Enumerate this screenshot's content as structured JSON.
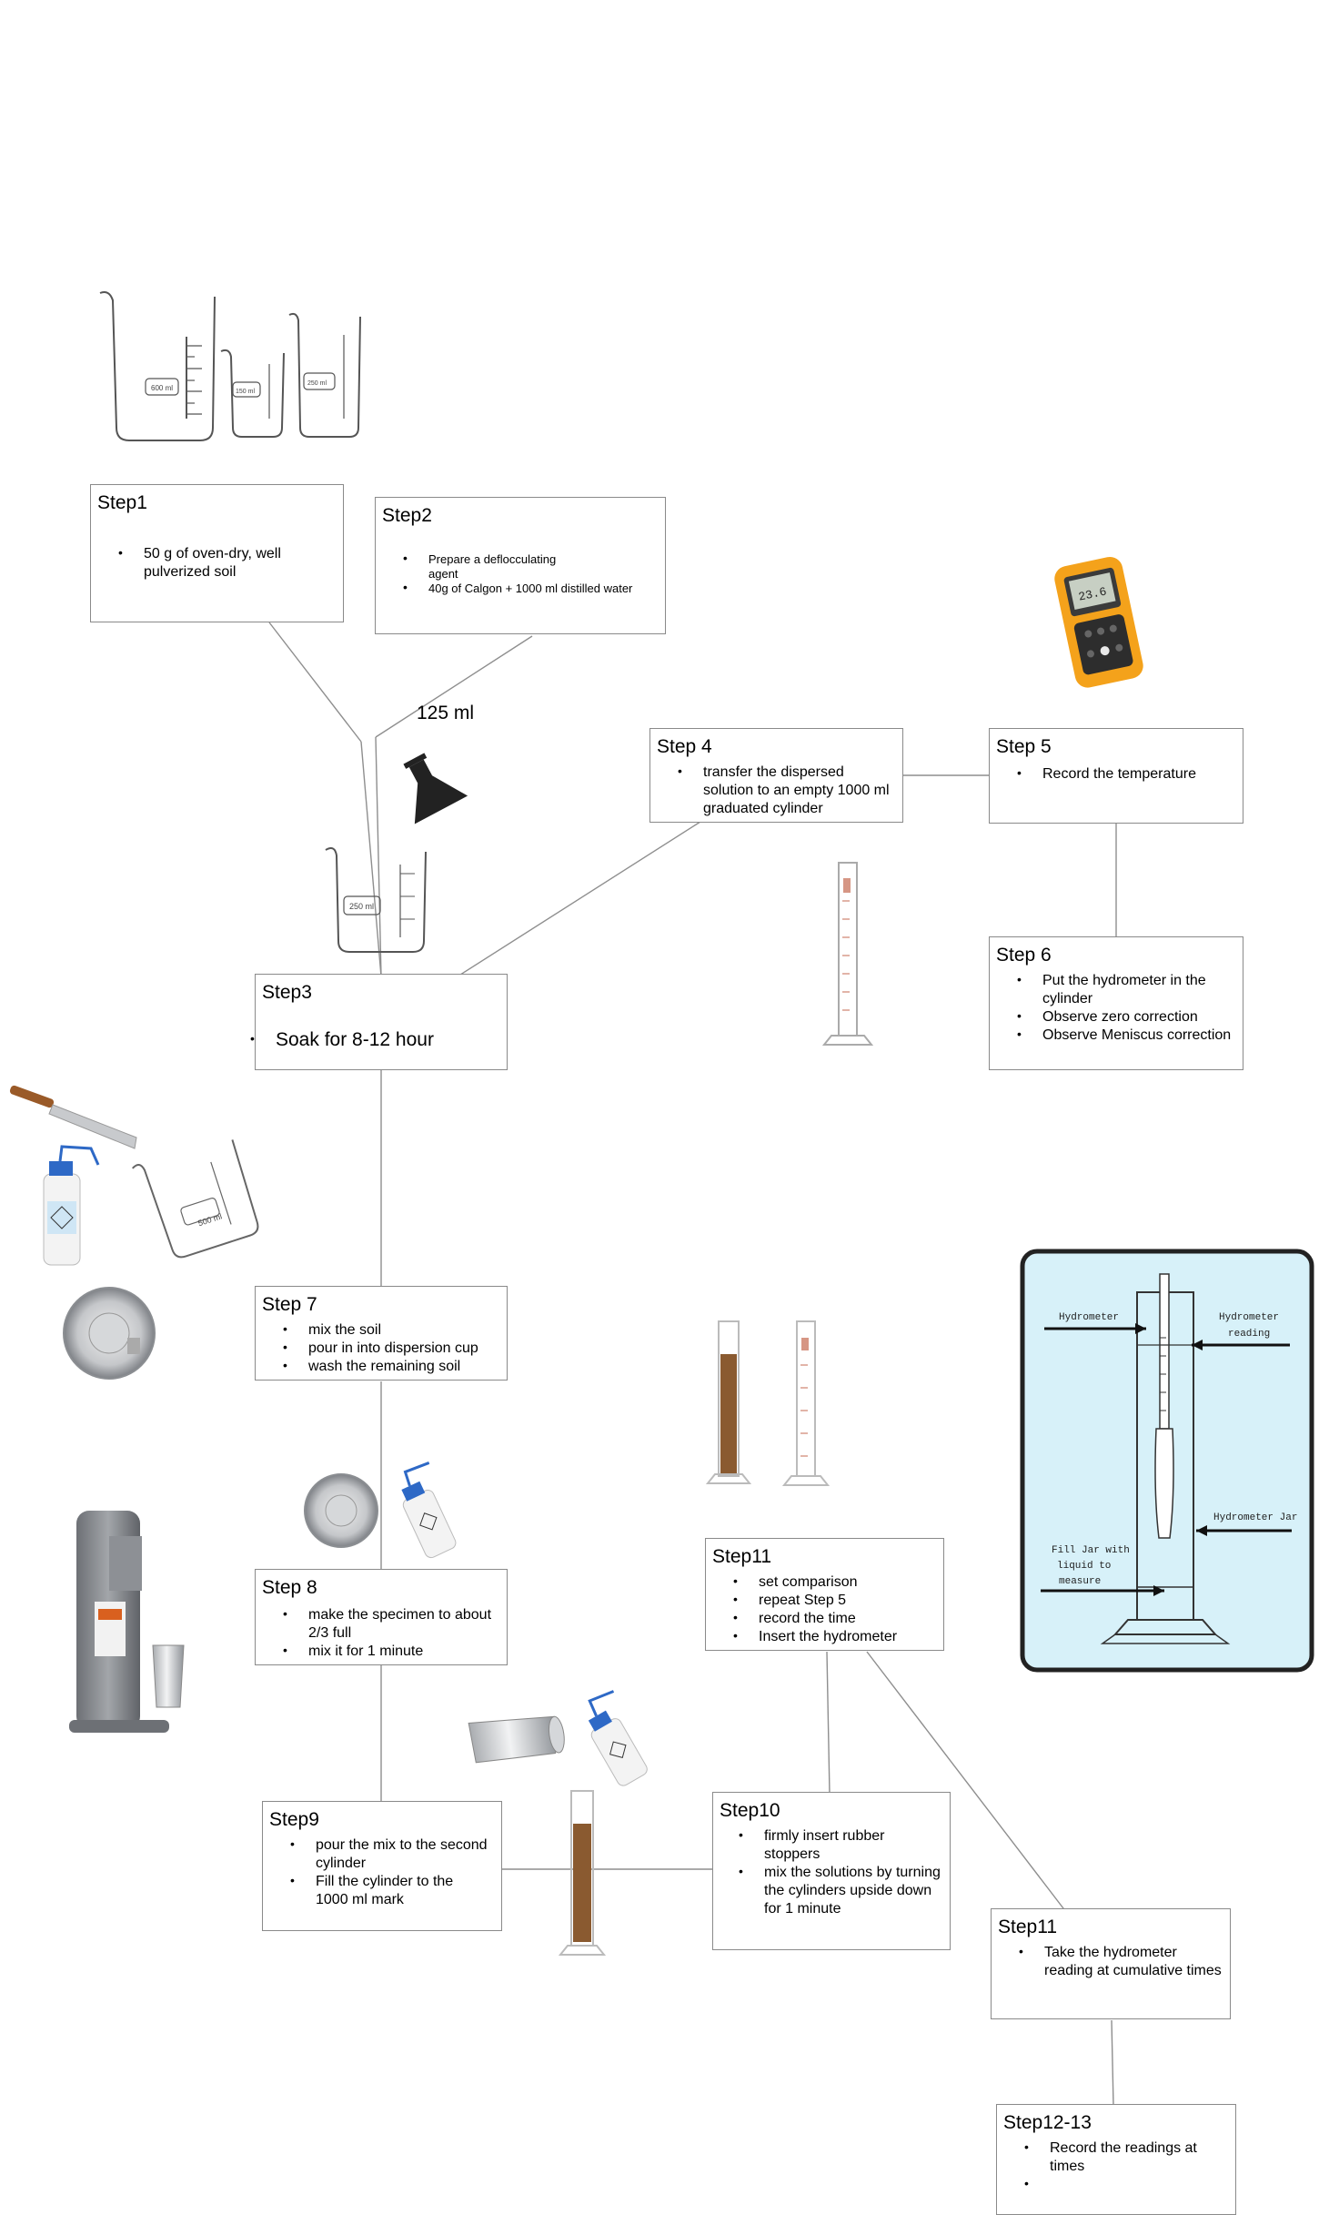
{
  "steps": {
    "s1": {
      "title": "Step1",
      "items": [
        "50 g of oven-dry, well pulverized soil"
      ]
    },
    "s2": {
      "title": "Step2",
      "items": [
        "Prepare a deflocculating agent",
        "40g of Calgon + 1000 ml distilled water"
      ]
    },
    "s3": {
      "title": "Step3",
      "items": [
        "Soak for 8-12 hour"
      ]
    },
    "s4": {
      "title": "Step 4",
      "items": [
        "transfer the dispersed solution to an empty 1000 ml graduated cylinder"
      ]
    },
    "s5": {
      "title": "Step 5",
      "items": [
        "Record the temperature"
      ]
    },
    "s6": {
      "title": "Step 6",
      "items": [
        "Put the hydrometer in the cylinder",
        "Observe zero correction",
        "Observe Meniscus correction"
      ]
    },
    "s7": {
      "title": "Step 7",
      "items": [
        "mix the soil",
        "pour in into dispersion cup",
        "wash the remaining soil"
      ]
    },
    "s8": {
      "title": "Step 8",
      "items": [
        "make the specimen to about 2/3 full",
        "mix it for 1 minute"
      ]
    },
    "s9": {
      "title": "Step9",
      "items": [
        "pour the mix to the second cylinder",
        "Fill the cylinder to the 1000 ml mark"
      ]
    },
    "s10": {
      "title": "Step10",
      "items": [
        "firmly insert rubber stoppers",
        "mix the solutions by turning the cylinders upside down for 1 minute"
      ]
    },
    "s11a": {
      "title": "Step11",
      "items": [
        "set comparison",
        "repeat Step 5",
        "record the time",
        "Insert the hydrometer"
      ]
    },
    "s11b": {
      "title": "Step11",
      "items": [
        "Take the hydrometer reading at cumulative times"
      ]
    },
    "s12": {
      "title": "Step12-13",
      "items": [
        "Record the readings at times",
        ""
      ]
    }
  },
  "labels": {
    "volume_125": "125 ml"
  },
  "hydrometer_diagram": {
    "hydrometer": "Hydrometer",
    "hydrometer_reading_1": "Hydrometer",
    "hydrometer_reading_2": "reading",
    "hydrometer_jar": "Hydrometer Jar",
    "fill_1": "Fill Jar with",
    "fill_2": "liquid to",
    "fill_3": "measure"
  },
  "beakers": {
    "b600": "600 ml",
    "b150": "150 ml",
    "b250": "250 ml",
    "b250b": "250 ml",
    "b500": "500 ml"
  },
  "thermometer": {
    "readout": "23.6"
  },
  "colors": {
    "box_border": "#8a8a8a",
    "connector": "#8e8e8e",
    "diagram_bg": "#d7f1f9",
    "soil": "#8a5a30",
    "thermometer_body": "#f4a21b"
  }
}
